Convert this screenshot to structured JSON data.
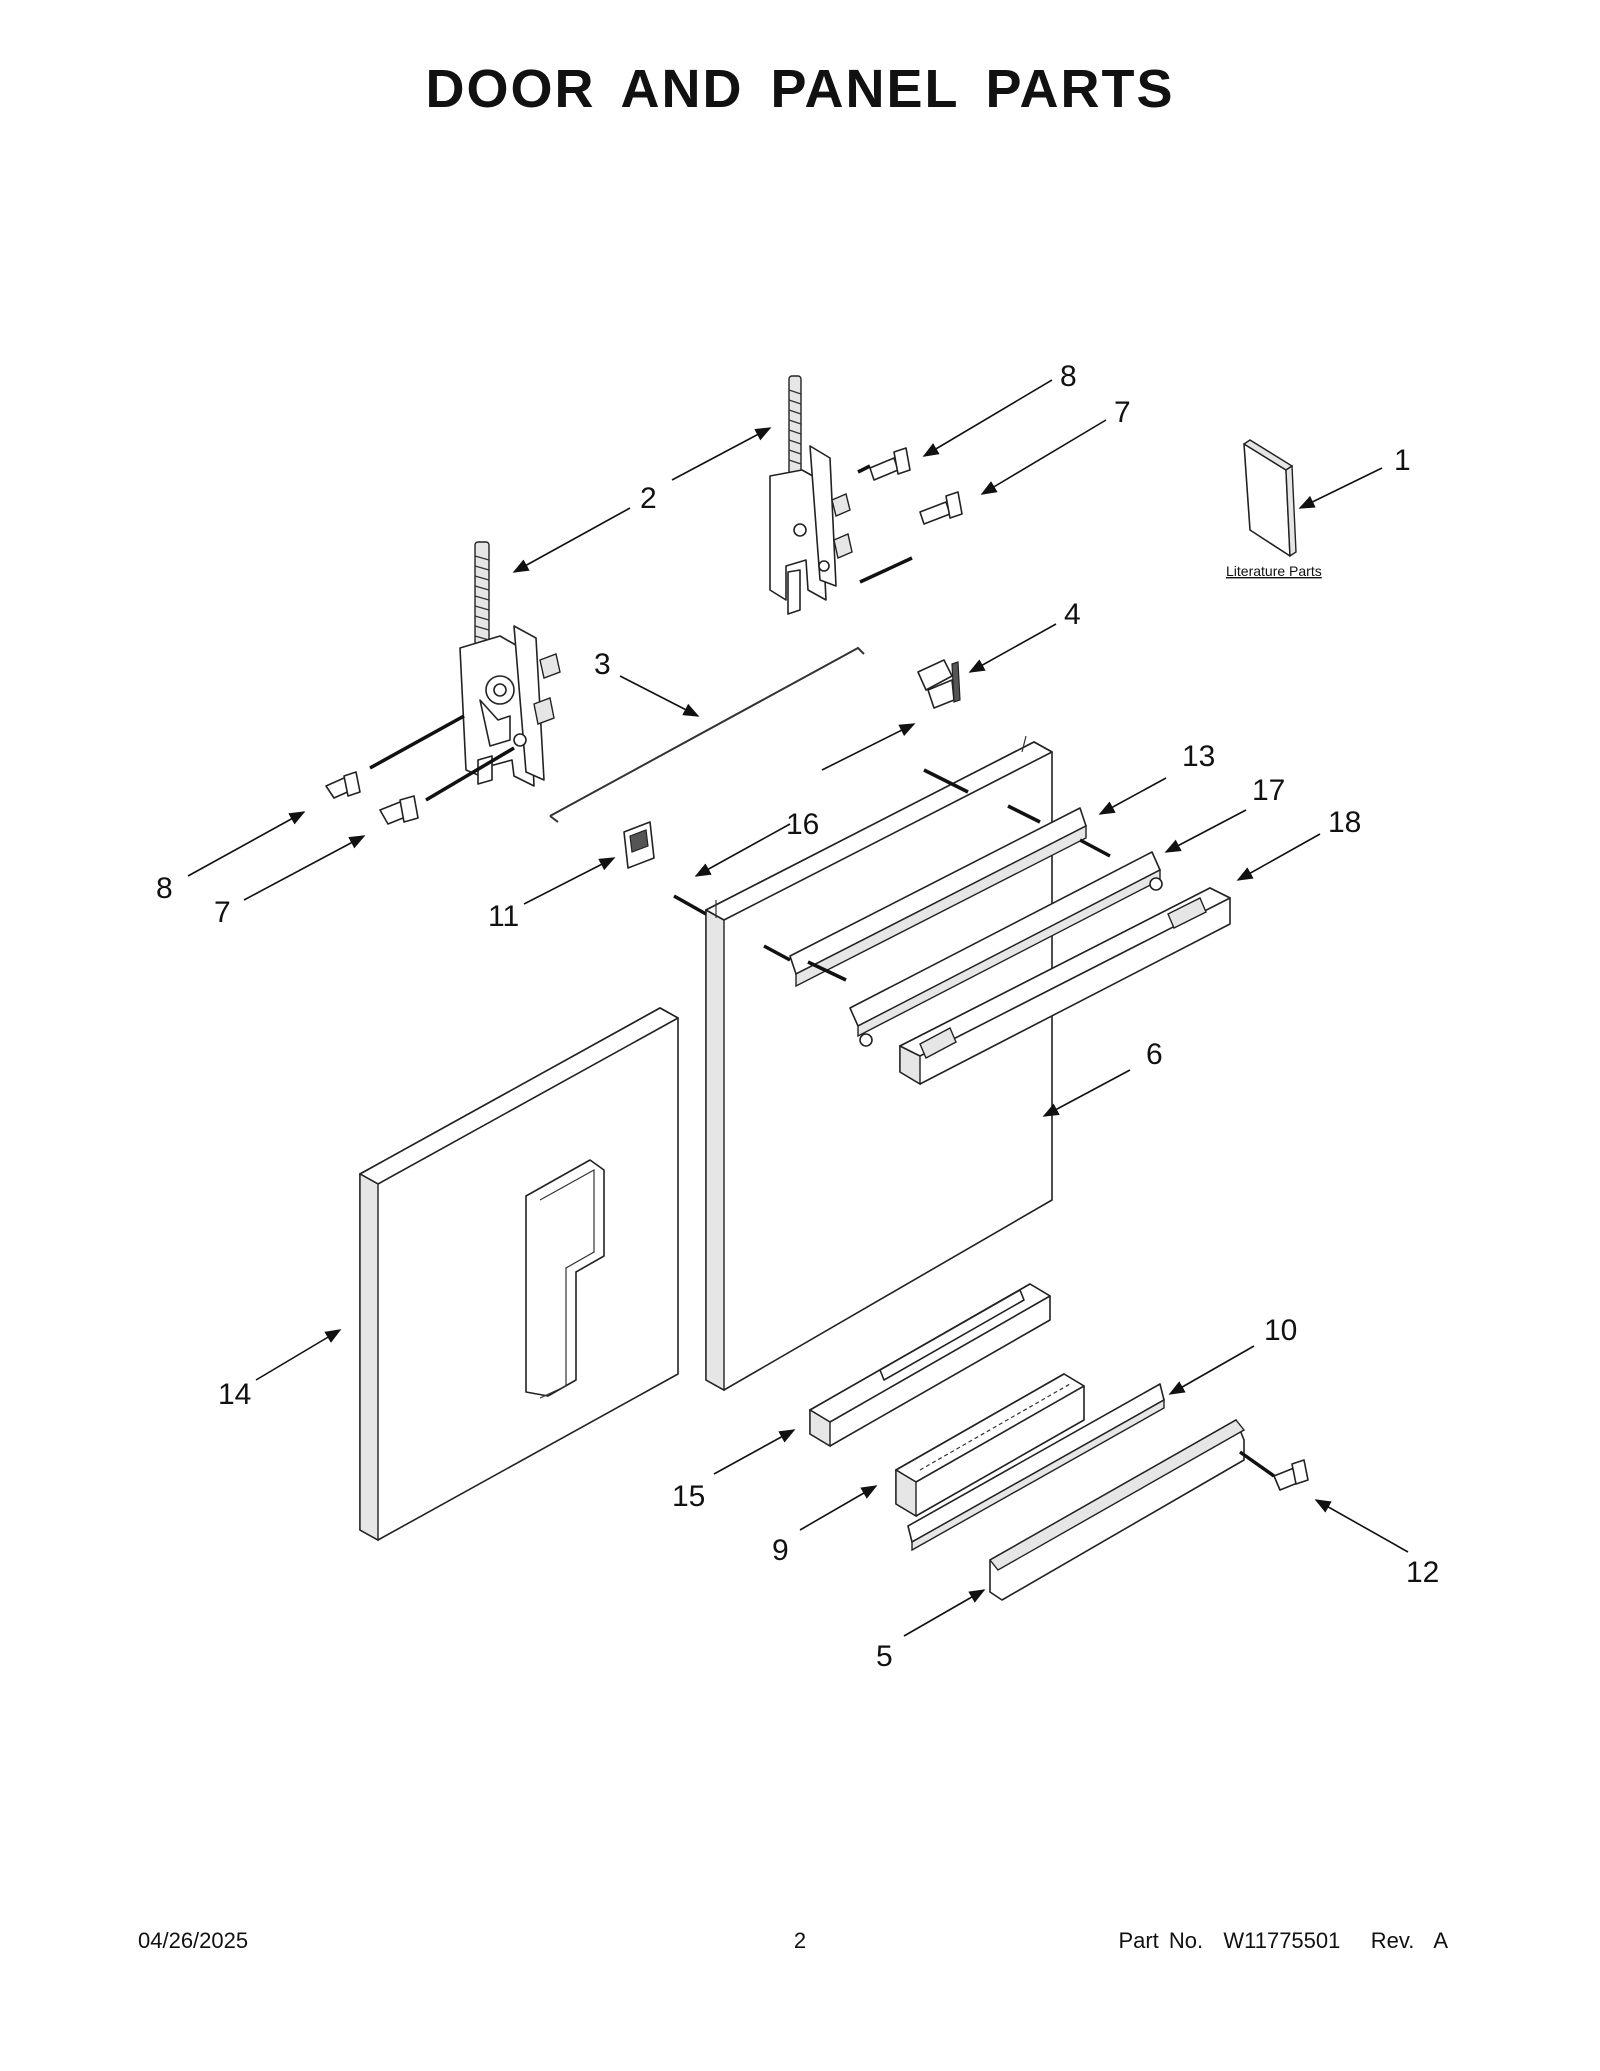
{
  "title": "DOOR AND PANEL PARTS",
  "literature_label": "Literature Parts",
  "callouts": {
    "c1": "1",
    "c2": "2",
    "c3": "3",
    "c4": "4",
    "c5": "5",
    "c6": "6",
    "c7a": "7",
    "c7b": "7",
    "c8a": "8",
    "c8b": "8",
    "c9": "9",
    "c10": "10",
    "c11": "11",
    "c12": "12",
    "c13": "13",
    "c14": "14",
    "c15": "15",
    "c16": "16",
    "c17": "17",
    "c18": "18"
  },
  "footer": {
    "date": "04/26/2025",
    "page": "2",
    "part_no": "Part No.  W11775501   Rev.  A"
  }
}
